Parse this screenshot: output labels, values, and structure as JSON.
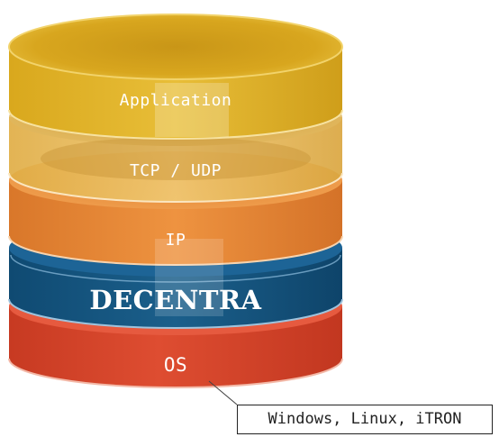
{
  "diagram": {
    "layers": [
      {
        "id": "application",
        "label": "Application",
        "color": "#e0b22a"
      },
      {
        "id": "tcp_udp",
        "label": "TCP / UDP",
        "color": "#e9bd57"
      },
      {
        "id": "ip",
        "label": "IP",
        "color": "#e6872f"
      },
      {
        "id": "decentra",
        "label": "DECENTRA",
        "color": "#17557f"
      },
      {
        "id": "os",
        "label": "OS",
        "color": "#d6452c"
      }
    ],
    "platform_callout": "Windows, Linux, iTRON"
  }
}
